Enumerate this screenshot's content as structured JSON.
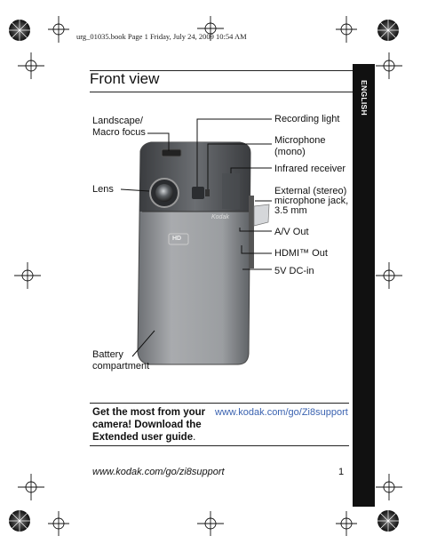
{
  "header": {
    "file_line": "urg_01035.book  Page 1  Friday, July 24, 2009  10:54 AM"
  },
  "page": {
    "title": "Front view",
    "side_tab": "ENGLISH",
    "page_number": "1",
    "footer_url": "www.kodak.com/go/zi8support"
  },
  "callouts": {
    "landscape_macro": [
      "Landscape/",
      "Macro focus"
    ],
    "lens": "Lens",
    "battery": [
      "Battery",
      "compartment"
    ],
    "recording_light": "Recording light",
    "microphone": [
      "Microphone",
      "(mono)"
    ],
    "infrared": "Infrared receiver",
    "external_mic": [
      "External (stereo)",
      "microphone jack,",
      "3.5 mm"
    ],
    "av_out": "A/V Out",
    "hdmi_out": "HDMI™ Out",
    "dc_in": "5V DC-in"
  },
  "camera": {
    "brand": "Kodak",
    "hd_badge": "HD"
  },
  "tip": {
    "text_lines": [
      "Get the most from your",
      "camera! Download the"
    ],
    "last_line_bold": "Extended user guide",
    "last_line_end": ".",
    "link": "www.kodak.com/go/Zi8support"
  },
  "colors": {
    "side_tab": "#111111",
    "link": "#3a62b0",
    "camera_body": "#8f9296"
  }
}
